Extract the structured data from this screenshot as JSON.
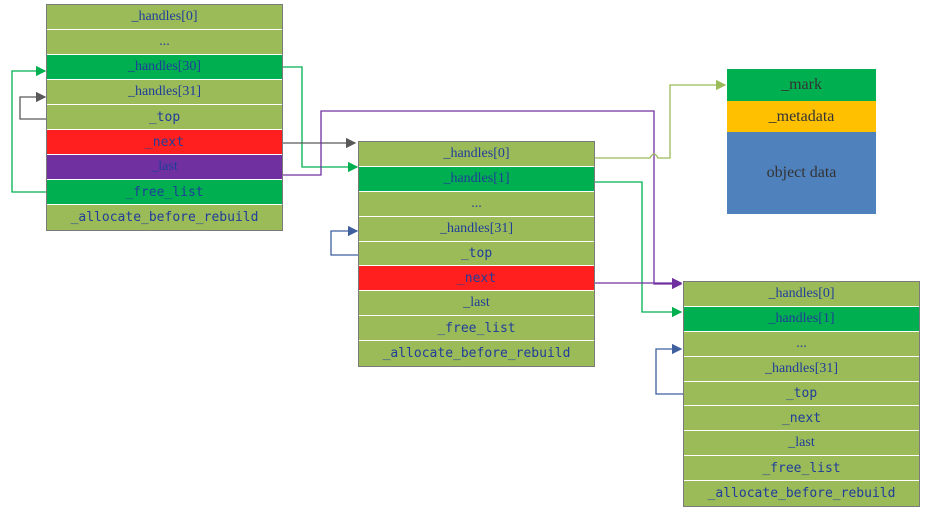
{
  "colors": {
    "row": "#9bbb59",
    "highlight_green": "#00b050",
    "next_red": "#ff1f1f",
    "last_purple": "#7030a0",
    "mark_green": "#00b050",
    "metadata_yellow": "#ffc000",
    "object_blue": "#4f81bd",
    "text_blue": "#1f3d99"
  },
  "blocks": [
    {
      "id": "block-1",
      "rows": [
        {
          "label": "_handles[0]",
          "style": "normal",
          "font": "serif"
        },
        {
          "label": "...",
          "style": "normal",
          "font": "serif"
        },
        {
          "label": "_handles[30]",
          "style": "green",
          "font": "serif"
        },
        {
          "label": "_handles[31]",
          "style": "normal",
          "font": "serif"
        },
        {
          "label": "_top",
          "style": "normal",
          "font": "mono"
        },
        {
          "label": "_next",
          "style": "red",
          "font": "mono"
        },
        {
          "label": "_last",
          "style": "purple",
          "font": "serif"
        },
        {
          "label": "_free_list",
          "style": "green",
          "font": "mono"
        },
        {
          "label": "_allocate_before_rebuild",
          "style": "normal",
          "font": "mono"
        }
      ]
    },
    {
      "id": "block-2",
      "rows": [
        {
          "label": "_handles[0]",
          "style": "normal",
          "font": "serif"
        },
        {
          "label": "_handles[1]",
          "style": "green",
          "font": "serif"
        },
        {
          "label": "...",
          "style": "normal",
          "font": "serif"
        },
        {
          "label": "_handles[31]",
          "style": "normal",
          "font": "serif"
        },
        {
          "label": "_top",
          "style": "normal",
          "font": "mono"
        },
        {
          "label": "_next",
          "style": "red",
          "font": "mono"
        },
        {
          "label": "_last",
          "style": "normal",
          "font": "serif"
        },
        {
          "label": "_free_list",
          "style": "normal",
          "font": "mono"
        },
        {
          "label": "_allocate_before_rebuild",
          "style": "normal",
          "font": "mono"
        }
      ]
    },
    {
      "id": "block-3",
      "rows": [
        {
          "label": "_handles[0]",
          "style": "normal",
          "font": "serif"
        },
        {
          "label": "_handles[1]",
          "style": "green",
          "font": "serif"
        },
        {
          "label": "...",
          "style": "normal",
          "font": "serif"
        },
        {
          "label": "_handles[31]",
          "style": "normal",
          "font": "serif"
        },
        {
          "label": "_top",
          "style": "normal",
          "font": "mono"
        },
        {
          "label": "_next",
          "style": "normal",
          "font": "mono"
        },
        {
          "label": "_last",
          "style": "normal",
          "font": "serif"
        },
        {
          "label": "_free_list",
          "style": "normal",
          "font": "mono"
        },
        {
          "label": "_allocate_before_rebuild",
          "style": "normal",
          "font": "mono"
        }
      ]
    }
  ],
  "object": {
    "mark": "_mark",
    "metadata": "_metadata",
    "data": "object data"
  }
}
